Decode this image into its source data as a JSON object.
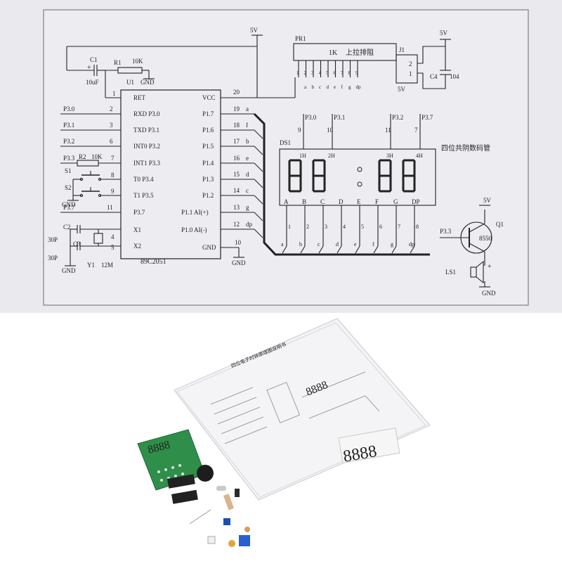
{
  "schematic": {
    "power": {
      "vcc_5v": "5V",
      "gnd": "GND",
      "vcc_label": "VCC",
      "pin20": "20",
      "pin10": "10"
    },
    "reset": {
      "c1": "C1",
      "c1_val": "10uF",
      "r1": "R1",
      "r1_val": "10K",
      "u1": "U1",
      "gnd": "GND",
      "plus": "+"
    },
    "mcu": {
      "name": "89C2051",
      "left_pins": [
        {
          "num": "1",
          "label": "RET",
          "net": ""
        },
        {
          "num": "2",
          "label": "RXD P3.0",
          "net": "P3.0"
        },
        {
          "num": "3",
          "label": "TXD P3.1",
          "net": "P3.1"
        },
        {
          "num": "6",
          "label": "INT0 P3.2",
          "net": "P3.2"
        },
        {
          "num": "7",
          "label": "INT1 P3.3",
          "net": "P3.3"
        },
        {
          "num": "8",
          "label": "T0 P3.4",
          "net": ""
        },
        {
          "num": "9",
          "label": "T1 P3.5",
          "net": ""
        },
        {
          "num": "11",
          "label": "P3.7",
          "net": "P3.7"
        },
        {
          "num": "4",
          "label": "X1",
          "net": ""
        },
        {
          "num": "5",
          "label": "X2",
          "net": ""
        }
      ],
      "right_pins": [
        {
          "num": "20",
          "label": "VCC",
          "seg": ""
        },
        {
          "num": "19",
          "label": "P1.7",
          "seg": "a"
        },
        {
          "num": "18",
          "label": "P1.6",
          "seg": "f"
        },
        {
          "num": "17",
          "label": "P1.5",
          "seg": "b"
        },
        {
          "num": "16",
          "label": "P1.4",
          "seg": "e"
        },
        {
          "num": "15",
          "label": "P1.3",
          "seg": "d"
        },
        {
          "num": "14",
          "label": "P1.2",
          "seg": "c"
        },
        {
          "num": "13",
          "label": "P1.1 AI(+)",
          "seg": "g"
        },
        {
          "num": "12",
          "label": "P1.0 AI(-)",
          "seg": "dp"
        },
        {
          "num": "10",
          "label": "GND",
          "seg": ""
        }
      ]
    },
    "r2": {
      "name": "R2",
      "value": "10K"
    },
    "switches": {
      "s1": "S1",
      "s2": "S2",
      "gnd": "GND"
    },
    "crystal": {
      "c2": "C2",
      "c3": "C3",
      "cap1": "30P",
      "cap2": "30P",
      "y1": "Y1",
      "freq": "12M",
      "gnd": "GND"
    },
    "pullup": {
      "name": "PR1",
      "value": "1K",
      "desc": "上拉排阻",
      "pins": [
        "1",
        "2",
        "3",
        "4",
        "5",
        "6",
        "7",
        "8",
        "9"
      ],
      "segs": [
        "a",
        "b",
        "c",
        "d",
        "e",
        "f",
        "g",
        "dp"
      ]
    },
    "connector": {
      "name": "J1",
      "pins": [
        "2",
        "1"
      ],
      "v5": "5V",
      "c4": "C4",
      "c4_val": "104",
      "v5_top": "5V"
    },
    "display": {
      "name": "DS1",
      "desc": "四位共阴数码管",
      "digit_pins": [
        {
          "num": "9",
          "label": "1H",
          "net": "P3.0"
        },
        {
          "num": "10",
          "label": "2H",
          "net": "P3.1"
        },
        {
          "num": "11",
          "label": "3H",
          "net": "P3.2"
        },
        {
          "num": "7",
          "label": "4H",
          "net": "P3.7"
        }
      ],
      "seg_labels": [
        "A",
        "B",
        "C",
        "D",
        "E",
        "F",
        "G",
        "DP"
      ],
      "bottom_pins": [
        "1",
        "2",
        "3",
        "4",
        "5",
        "6",
        "7",
        "8"
      ],
      "bus_labels": [
        "a",
        "b",
        "c",
        "d",
        "e",
        "f",
        "g",
        "dp"
      ]
    },
    "transistor": {
      "name": "Q1",
      "type": "8550",
      "net": "P3.3",
      "v5": "5V"
    },
    "buzzer": {
      "name": "LS1",
      "gnd": "GND",
      "plus": "+"
    }
  },
  "photo": {
    "sheet_title": "四位电子时钟原理图说明书",
    "display_digits": "8888",
    "pcb_digits": "8888"
  }
}
